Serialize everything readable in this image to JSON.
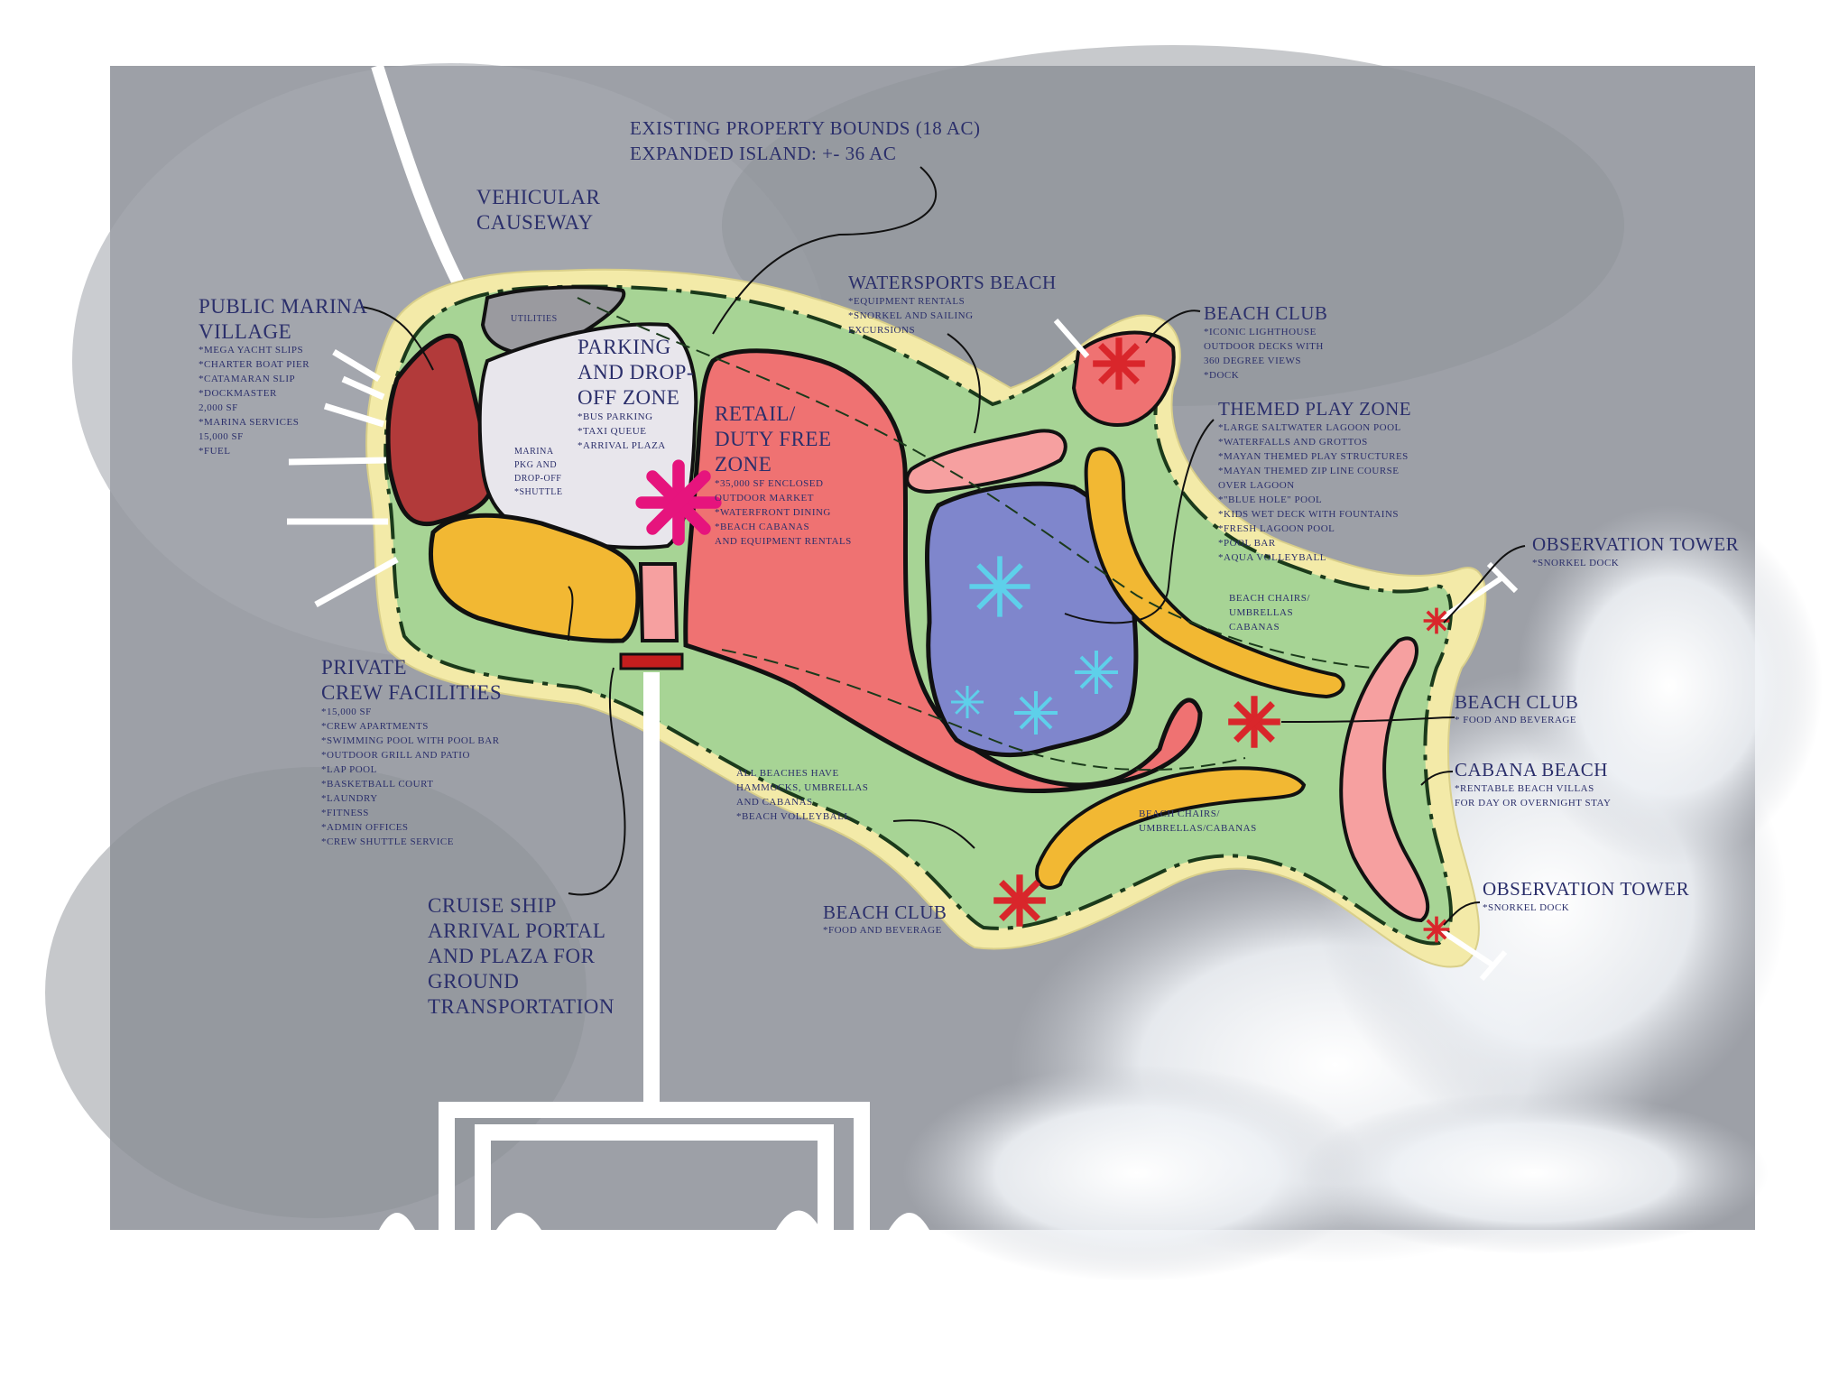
{
  "colors": {
    "ocean": "#9c9fa6",
    "sand": "#f3eaa8",
    "green": "#a7d495",
    "marina": "#b23a3a",
    "crew": "#f2b833",
    "parking": "#e8e6ec",
    "retail": "#ef7272",
    "lagoon": "#7f86cc",
    "pink": "#f6a0a0",
    "label": "#2b2f6b",
    "star_red": "#d9262b",
    "star_magenta": "#e6147d",
    "star_cyan": "#5ed0ea"
  },
  "labels": {
    "bounds_1": "EXISTING PROPERTY BOUNDS (18 AC)",
    "bounds_2": "EXPANDED ISLAND: +- 36 AC",
    "causeway_1": "VEHICULAR",
    "causeway_2": "CAUSEWAY",
    "marina_1": "PUBLIC MARINA",
    "marina_2": "VILLAGE",
    "marina_notes": [
      "*MEGA YACHT SLIPS",
      "*CHARTER BOAT PIER",
      "*CATAMARAN SLIP",
      "*DOCKMASTER",
      "2,000 SF",
      "*MARINA SERVICES",
      "15,000 SF",
      "*FUEL"
    ],
    "utilities": "UTILITIES",
    "parking_1": "PARKING",
    "parking_2": "AND DROP-",
    "parking_3": "OFF ZONE",
    "parking_notes": [
      "*BUS PARKING",
      "*TAXI QUEUE",
      "*ARRIVAL PLAZA"
    ],
    "marina_pkg": [
      "MARINA",
      "PKG AND",
      "DROP-OFF",
      "*SHUTTLE"
    ],
    "retail_1": "RETAIL/",
    "retail_2": "DUTY FREE",
    "retail_3": "ZONE",
    "retail_notes": [
      "*35,000 SF ENCLOSED",
      "OUTDOOR MARKET",
      "*WATERFRONT DINING",
      "*BEACH CABANAS",
      "AND EQUIPMENT RENTALS"
    ],
    "watersports": "WATERSPORTS BEACH",
    "watersports_notes": [
      "*EQUIPMENT RENTALS",
      "*SNORKEL AND SAILING",
      "EXCURSIONS"
    ],
    "beach_club_ne": "BEACH CLUB",
    "beach_club_ne_notes": [
      "*ICONIC LIGHTHOUSE",
      "OUTDOOR DECKS WITH",
      "360 DEGREE VIEWS",
      "*DOCK"
    ],
    "themed": "THEMED PLAY ZONE",
    "themed_notes": [
      "*LARGE SALTWATER LAGOON POOL",
      "*WATERFALLS AND GROTTOS",
      "*MAYAN THEMED PLAY STRUCTURES",
      "*MAYAN THEMED ZIP LINE COURSE",
      "OVER LAGOON",
      "*\"BLUE HOLE\" POOL",
      "*KIDS WET DECK WITH FOUNTAINS",
      "*FRESH LAGOON POOL",
      "*POOL BAR",
      "*AQUA VOLLEYBALL"
    ],
    "obs_tower_1": "OBSERVATION TOWER",
    "obs_tower_1_note": "*SNORKEL DOCK",
    "beach_chairs_1": [
      "BEACH CHAIRS/",
      "UMBRELLAS",
      "CABANAS"
    ],
    "beach_club_e": "BEACH CLUB",
    "beach_club_e_note": "* FOOD AND BEVERAGE",
    "cabana": "CABANA BEACH",
    "cabana_notes": [
      "*RENTABLE BEACH VILLAS",
      "FOR DAY OR OVERNIGHT STAY"
    ],
    "obs_tower_2": "OBSERVATION TOWER",
    "obs_tower_2_note": "*SNORKEL DOCK",
    "crew_1": "PRIVATE",
    "crew_2": "CREW FACILITIES",
    "crew_notes": [
      "*15,000 SF",
      "*CREW APARTMENTS",
      "*SWIMMING POOL WITH POOL BAR",
      "*OUTDOOR GRILL AND PATIO",
      "*LAP POOL",
      "*BASKETBALL COURT",
      "*LAUNDRY",
      "*FITNESS",
      "*ADMIN OFFICES",
      "*CREW SHUTTLE SERVICE"
    ],
    "beaches_notes": [
      "ALL BEACHES HAVE",
      "HAMMOCKS, UMBRELLAS",
      "AND CABANAS",
      "*BEACH VOLLEYBALL"
    ],
    "beach_chairs_2": [
      "BEACH CHAIRS/",
      "UMBRELLAS/CABANAS"
    ],
    "beach_club_s": "BEACH CLUB",
    "beach_club_s_note": "*FOOD AND BEVERAGE",
    "cruise": [
      "CRUISE SHIP",
      "ARRIVAL PORTAL",
      "AND PLAZA FOR",
      "GROUND",
      "TRANSPORTATION"
    ]
  }
}
